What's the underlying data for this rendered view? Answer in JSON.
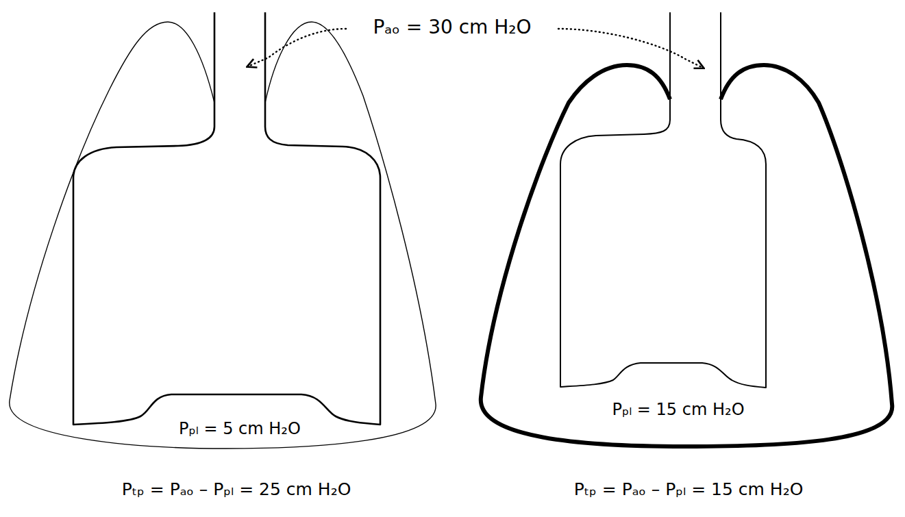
{
  "diagram": {
    "nodes": [
      {
        "text": [
          "Pₚₗ = 5 cm H₂O"
        ]
      },
      {
        "text": [
          "Pₚₗ = 15 cm H₂O"
        ]
      }
    ],
    "labels": [
      "Pₐₒ = 30 cm H₂O",
      "Pₜₚ = Pₐₒ – Pₚₗ = 25 cm H₂O",
      "Pₜₚ = Pₐₒ – Pₚₗ = 15 cm H₂O"
    ]
  }
}
